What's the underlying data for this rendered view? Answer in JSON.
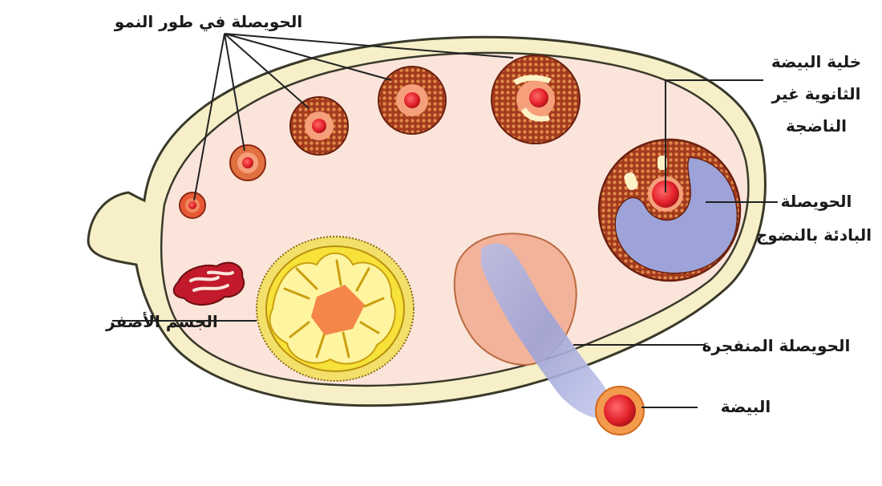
{
  "labels": {
    "growing_follicles": "الحويصلة في طور النمو",
    "oocyte_line1": "خلية البيضة",
    "oocyte_line2": "الثانوية غير",
    "oocyte_line3": "الناضجة",
    "mature_line1": "الحويصلة",
    "mature_line2": "البادئة بالنضوج",
    "corpus_luteum": "الجسم الأصفر",
    "ruptured_follicle": "الحويصلة المنفجرة",
    "ovum": "البيضة"
  },
  "colors": {
    "ovary_fill": "#fbe4da",
    "ovary_stroke": "#3a3a2a",
    "capsule_fill": "#f6efc8",
    "follicle_brown": "#a33a1e",
    "follicle_dot": "#e08a4a",
    "nucleus_red": "#e3212b",
    "antrum_blue": "#9da3d8",
    "yellow_body": "#f7e23a",
    "ruptured_pink": "#f2b39a",
    "ovum_orange": "#f39a4c",
    "leader_line": "#222222"
  }
}
